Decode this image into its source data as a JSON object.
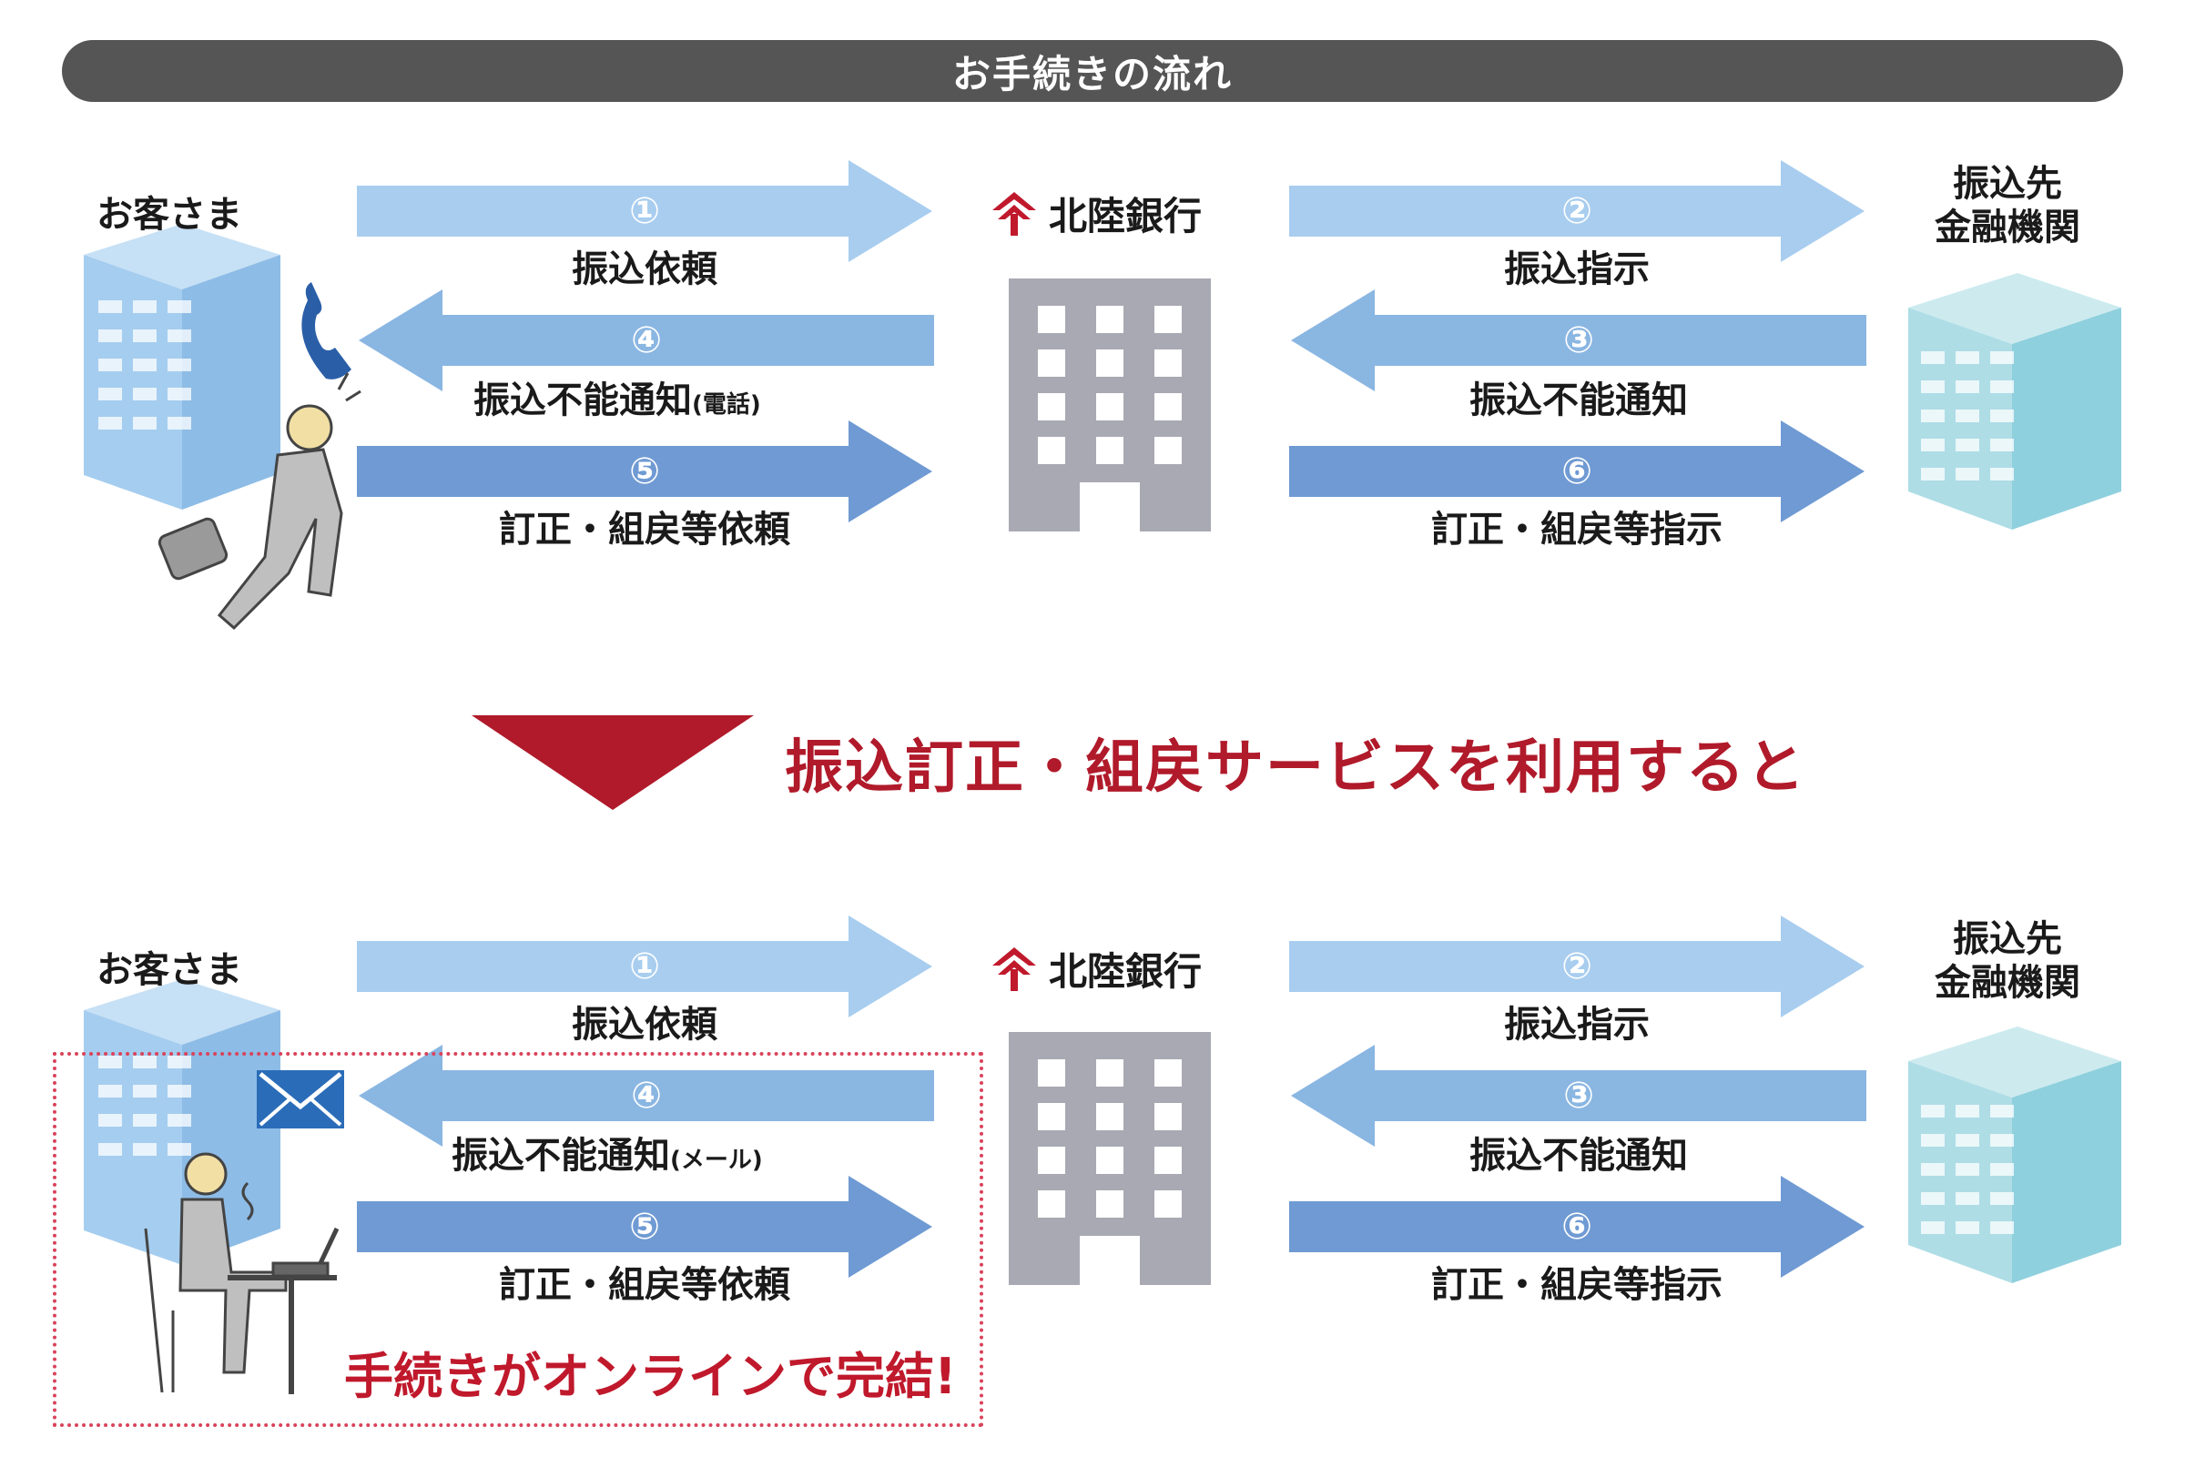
{
  "header": {
    "title": "お手続きの流れ"
  },
  "labels": {
    "customer": "お客さま",
    "bank": "北陸銀行",
    "dest_line1": "振込先",
    "dest_line2": "金融機関"
  },
  "flow_before": {
    "steps": [
      {
        "num": "①",
        "text": "振込依頼"
      },
      {
        "num": "④",
        "text": "振込不能通知",
        "note": "(電話)"
      },
      {
        "num": "⑤",
        "text": "訂正・組戻等依頼"
      },
      {
        "num": "②",
        "text": "振込指示"
      },
      {
        "num": "③",
        "text": "振込不能通知"
      },
      {
        "num": "⑥",
        "text": "訂正・組戻等指示"
      }
    ]
  },
  "divider": {
    "text": "振込訂正・組戻サービスを利用すると"
  },
  "flow_after": {
    "steps": [
      {
        "num": "①",
        "text": "振込依頼"
      },
      {
        "num": "④",
        "text": "振込不能通知",
        "note": "(メール)"
      },
      {
        "num": "⑤",
        "text": "訂正・組戻等依頼"
      },
      {
        "num": "②",
        "text": "振込指示"
      },
      {
        "num": "③",
        "text": "振込不能通知"
      },
      {
        "num": "⑥",
        "text": "訂正・組戻等指示"
      }
    ],
    "highlight": "手続きがオンラインで完結!"
  },
  "colors": {
    "arrow_light": "#a8cdef",
    "arrow_mid": "#8ab6e2",
    "arrow_dark": "#6f9ad3",
    "bank_building": "#a9a9b3",
    "customer_building": "#a5cdef",
    "dest_building": "#aedde6",
    "accent_red": "#b01a2a"
  }
}
